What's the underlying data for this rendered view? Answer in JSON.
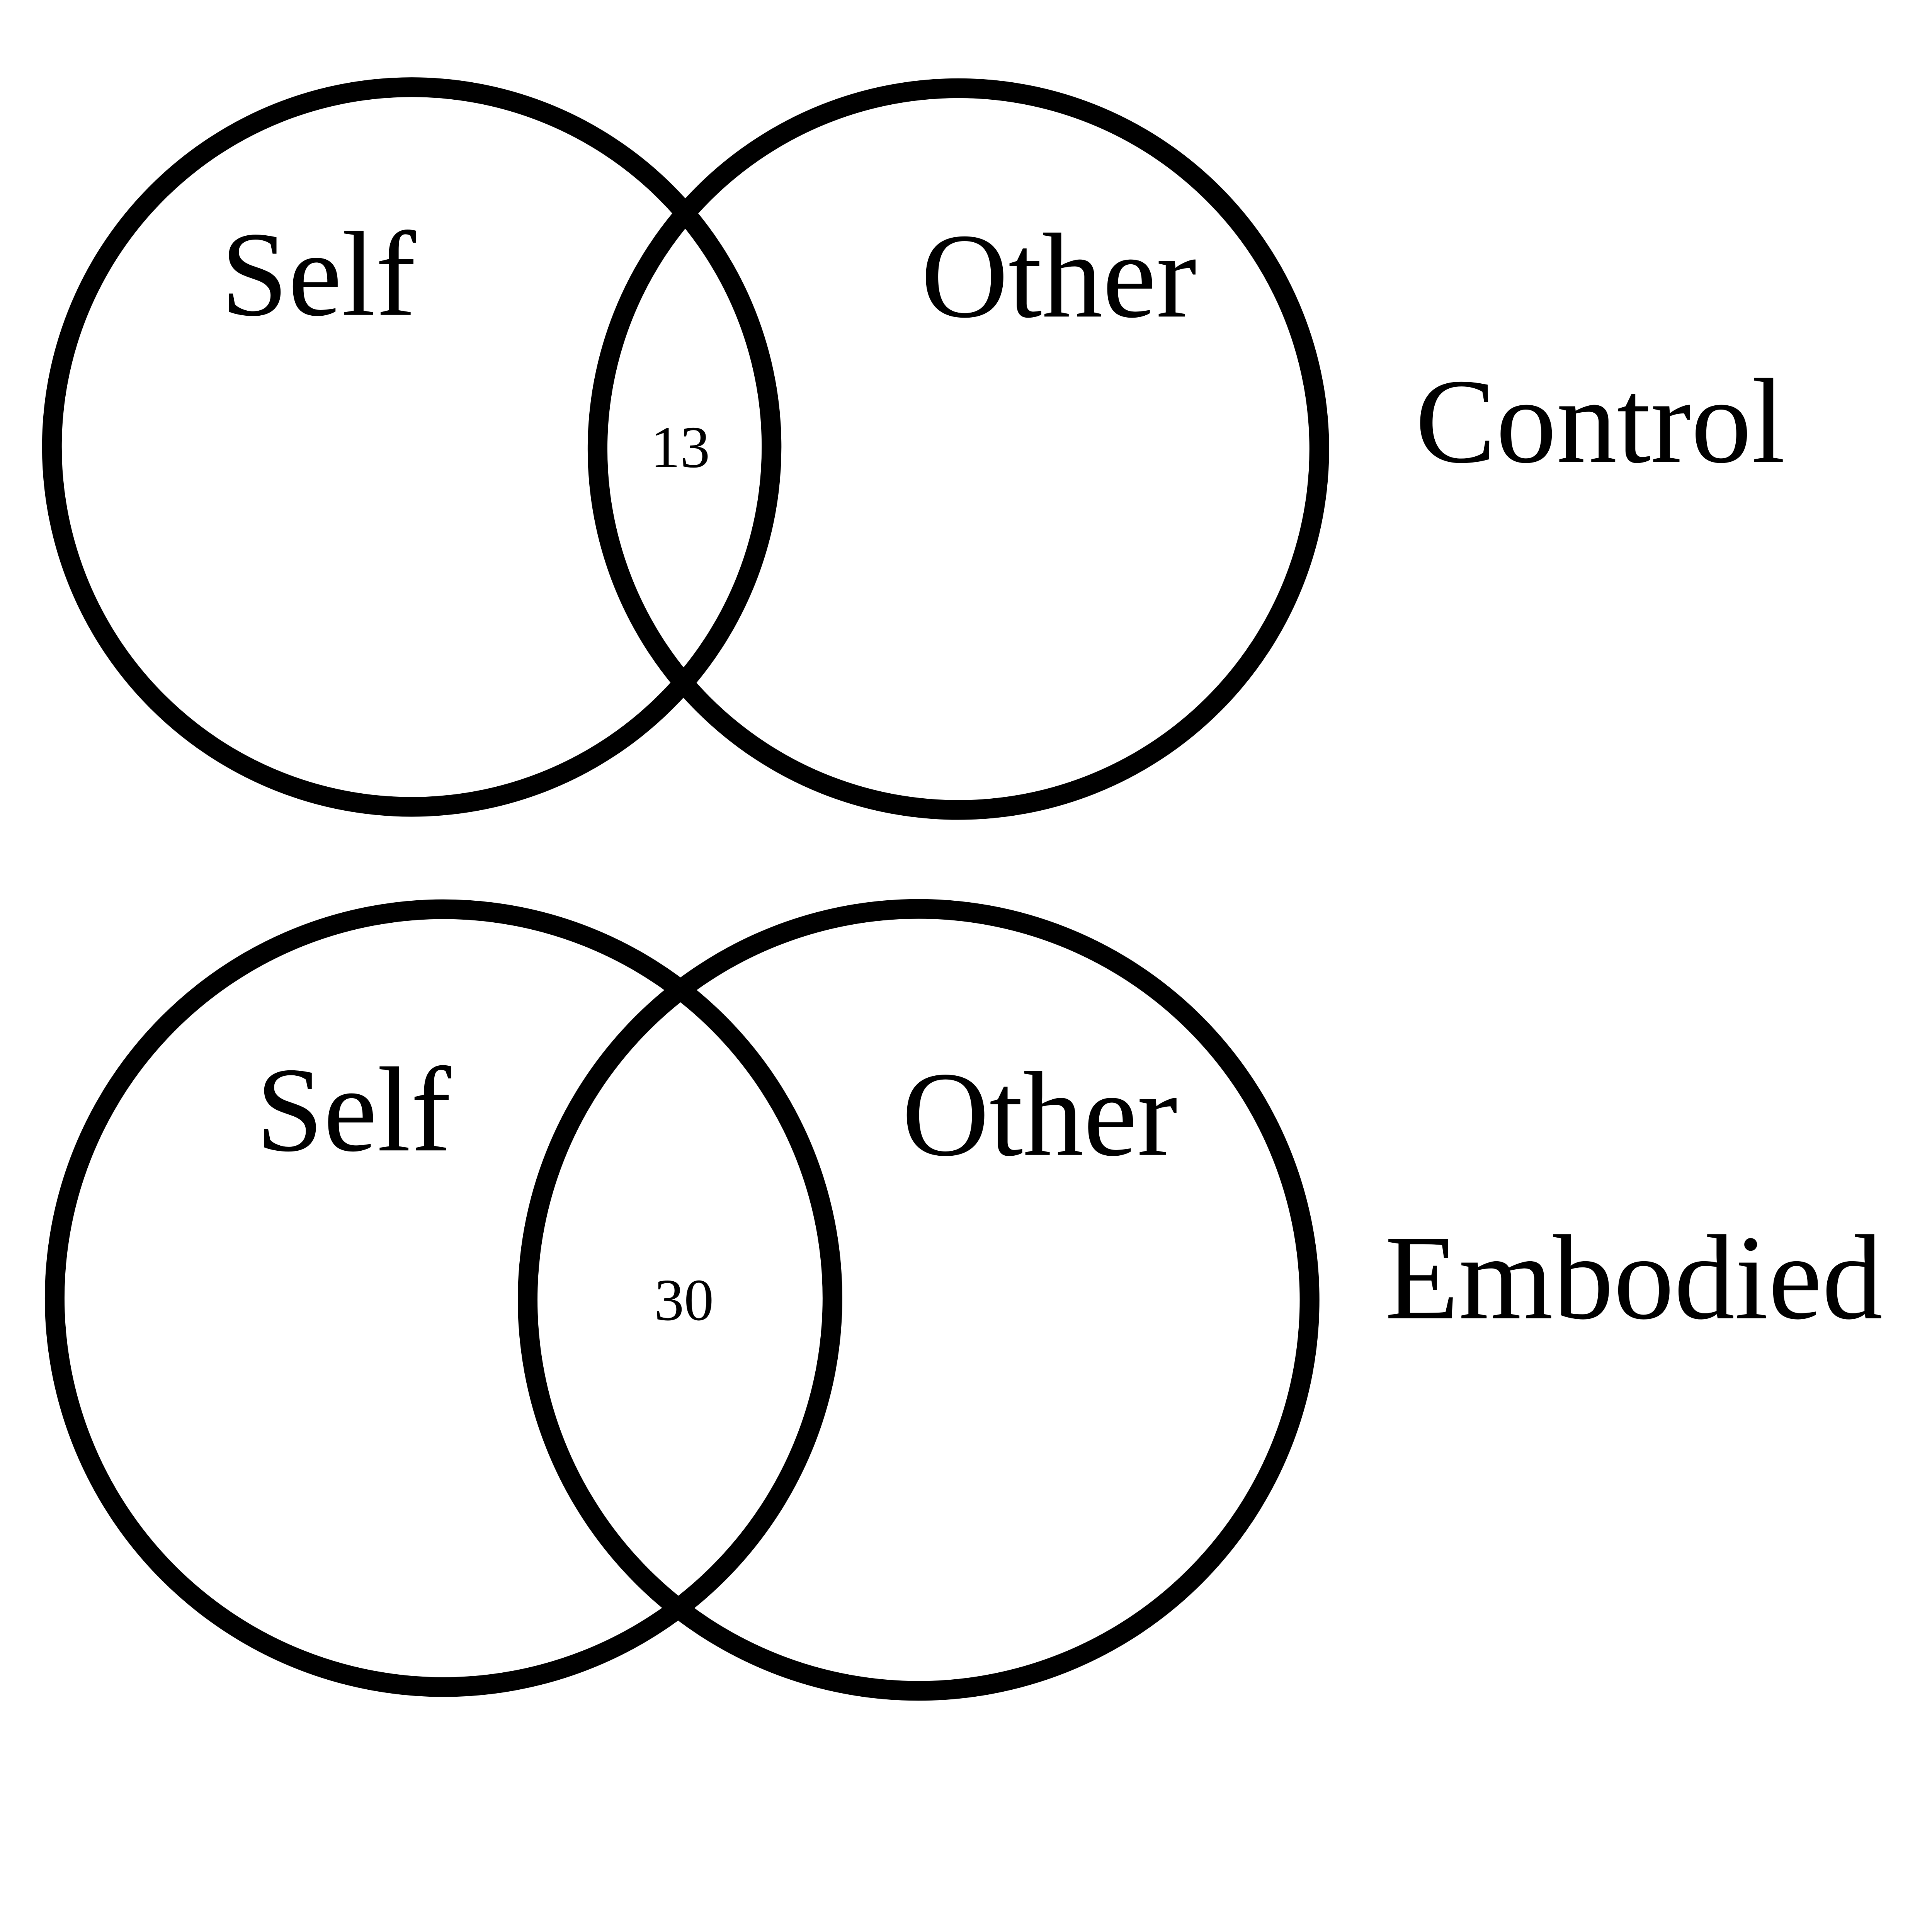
{
  "figure": {
    "background_color": "#ffffff",
    "stroke_color": "#000000",
    "text_color": "#000000",
    "diagrams": [
      {
        "id": "control",
        "condition_label": "Control",
        "left_circle_label": "Self",
        "right_circle_label": "Other",
        "overlap_count": "13"
      },
      {
        "id": "embodied",
        "condition_label": "Embodied",
        "left_circle_label": "Self",
        "right_circle_label": "Other",
        "overlap_count": "30"
      }
    ]
  }
}
